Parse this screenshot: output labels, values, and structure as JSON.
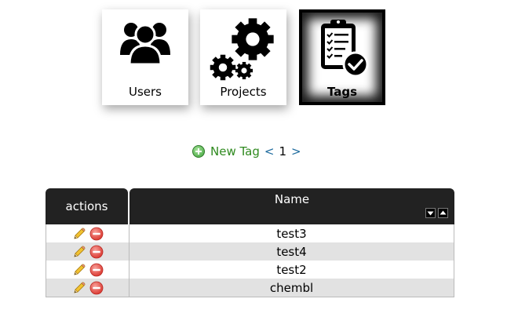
{
  "nav": {
    "tiles": [
      {
        "label": "Users",
        "icon": "users-icon",
        "active": false
      },
      {
        "label": "Projects",
        "icon": "gears-icon",
        "active": false
      },
      {
        "label": "Tags",
        "icon": "clipboard-check-icon",
        "active": true
      }
    ]
  },
  "pager": {
    "new_label": "New Tag",
    "prev": "<",
    "current": "1",
    "next": ">"
  },
  "table": {
    "columns": [
      "actions",
      "Name"
    ],
    "rows": [
      {
        "name": "test3"
      },
      {
        "name": "test4"
      },
      {
        "name": "test2"
      },
      {
        "name": "chembl"
      }
    ],
    "row_actions": [
      "edit-icon",
      "delete-icon"
    ]
  },
  "colors": {
    "header_bg": "#222222",
    "new_link": "#2f8a1f",
    "pager_link": "#1e6b9e",
    "row_alt": "#e2e2e2",
    "delete": "#e4534d"
  }
}
